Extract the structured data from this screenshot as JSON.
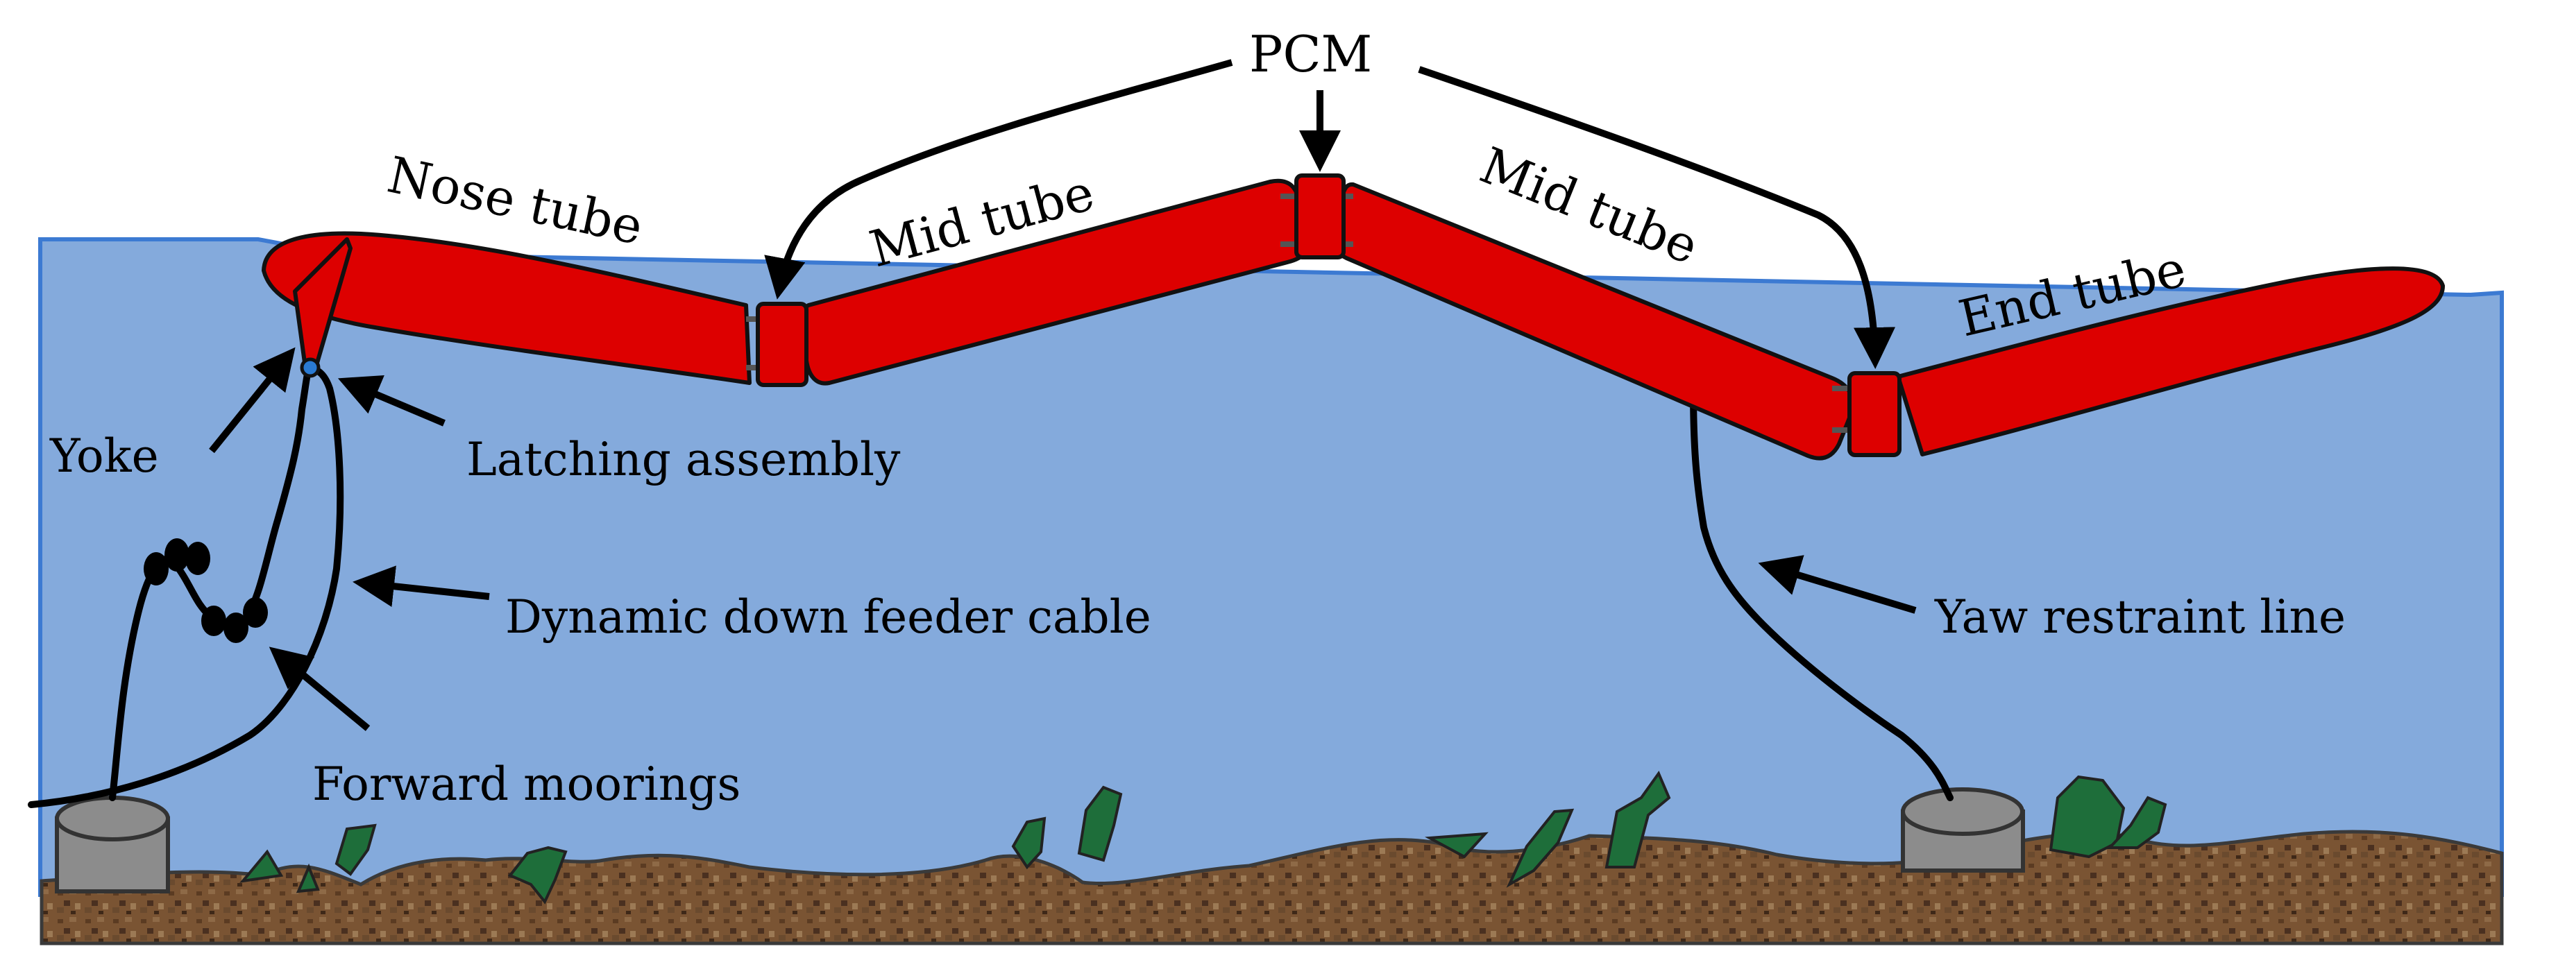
{
  "labels": {
    "pcm": "PCM",
    "nose_tube": "Nose tube",
    "mid_tube_1": "Mid tube",
    "mid_tube_2": "Mid tube",
    "end_tube": "End tube",
    "yoke": "Yoke",
    "latching_assembly": "Latching assembly",
    "dynamic_down_feeder_cable": "Dynamic down feeder cable",
    "forward_moorings": "Forward moorings",
    "yaw_restraint_line": "Yaw restraint line"
  },
  "colors": {
    "sea": "#84aadc",
    "sea_edge": "#3c7ad2",
    "tube": "#dd0000",
    "seabed": "#7a5433",
    "seabed_dark": "#4a3020",
    "weed": "#1e6e3a",
    "anchor": "#8c8c8c",
    "line": "#000000"
  }
}
